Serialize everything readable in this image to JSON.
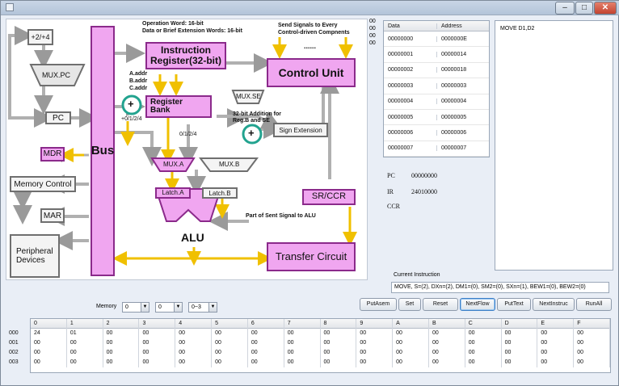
{
  "window": {
    "minimize": "–",
    "maximize": "□",
    "close": "✕"
  },
  "colors": {
    "block_fill": "#f0a6f0",
    "block_border": "#8b2a8b",
    "signal_arrow": "#f4c400",
    "bus_arrow": "#b8b8b8"
  },
  "diagram": {
    "op_word_1": "Operation Word: 16-bit",
    "op_word_2": "Data or Brief Extension Words: 16-bit",
    "send_signals_1": "Send Signals to Every",
    "send_signals_2": "Control-driven Compnents",
    "ellipsis": "......",
    "plus_2_4": "+2/+4",
    "mux_pc": "MUX.PC",
    "pc": "PC",
    "bus": "Bus",
    "mdr": "MDR",
    "memory_control": "Memory Control",
    "mar": "MAR",
    "peripheral_1": "Peripheral",
    "peripheral_2": "Devices",
    "instruction_register_1": "Instruction",
    "instruction_register_2": "Register(32-bit)",
    "control_unit": "Control Unit",
    "addr_a": "A.addr",
    "addr_b": "B.addr",
    "addr_c": "C.addr",
    "register_bank_1": "Register",
    "register_bank_2": "Bank",
    "plus_0124_left": "+0/1/2/4",
    "mux_se": "MUX.SE",
    "addition_note_1": "32-bit Addition for",
    "addition_note_2": "Reg.B and SE",
    "sign_extension": "Sign Extension",
    "zero_1_2_4": "0/1/2/4",
    "mux_a": "MUX.A",
    "mux_b": "MUX.B",
    "latch_a": "Latch.A",
    "latch_b": "Latch.B",
    "sr_ccr": "SR/CCR",
    "alu_note": "Part of Sent Signal to ALU",
    "alu": "ALU",
    "transfer_circuit": "Transfer Circuit",
    "plus_sign": "+"
  },
  "side_numbers": [
    "00",
    "00",
    "00",
    "00"
  ],
  "data_table": {
    "headers": [
      "Data",
      "Address"
    ],
    "rows": [
      [
        "00000000",
        "0000000E"
      ],
      [
        "00000001",
        "00000014"
      ],
      [
        "00000002",
        "00000018"
      ],
      [
        "00000003",
        "00000003"
      ],
      [
        "00000004",
        "00000004"
      ],
      [
        "00000005",
        "00000005"
      ],
      [
        "00000006",
        "00000006"
      ],
      [
        "00000007",
        "00000007"
      ]
    ]
  },
  "registers": {
    "pc_label": "PC",
    "pc_value": "00000000",
    "ir_label": "IR",
    "ir_value": "24010000",
    "ccr_label": "CCR",
    "ccr_value": ""
  },
  "notes_text": "MOVE D1,D2",
  "current_instruction": {
    "label": "Current Instruction",
    "value": "MOVE, S=(2), DXn=(2), DM1=(0), SM2=(0), SXn=(1), BEW1=(0), BEW2=(0)"
  },
  "buttons": [
    "PutAsem",
    "Set",
    "Reset",
    "NextFlow",
    "PutText",
    "NextInstruc",
    "RunAll"
  ],
  "memory": {
    "label": "Memory",
    "combo1": "0",
    "combo2": "0",
    "combo3": "0~3",
    "columns": [
      "0",
      "1",
      "2",
      "3",
      "4",
      "5",
      "6",
      "7",
      "8",
      "9",
      "A",
      "B",
      "C",
      "D",
      "E",
      "F"
    ],
    "row_labels": [
      "000",
      "001",
      "002",
      "003"
    ],
    "rows": [
      [
        "24",
        "01",
        "00",
        "00",
        "00",
        "00",
        "00",
        "00",
        "00",
        "00",
        "00",
        "00",
        "00",
        "00",
        "00",
        "00"
      ],
      [
        "00",
        "00",
        "00",
        "00",
        "00",
        "00",
        "00",
        "00",
        "00",
        "00",
        "00",
        "00",
        "00",
        "00",
        "00",
        "00"
      ],
      [
        "00",
        "00",
        "00",
        "00",
        "00",
        "00",
        "00",
        "00",
        "00",
        "00",
        "00",
        "00",
        "00",
        "00",
        "00",
        "00"
      ],
      [
        "00",
        "00",
        "00",
        "00",
        "00",
        "00",
        "00",
        "00",
        "00",
        "00",
        "00",
        "00",
        "00",
        "00",
        "00",
        "00"
      ]
    ]
  }
}
